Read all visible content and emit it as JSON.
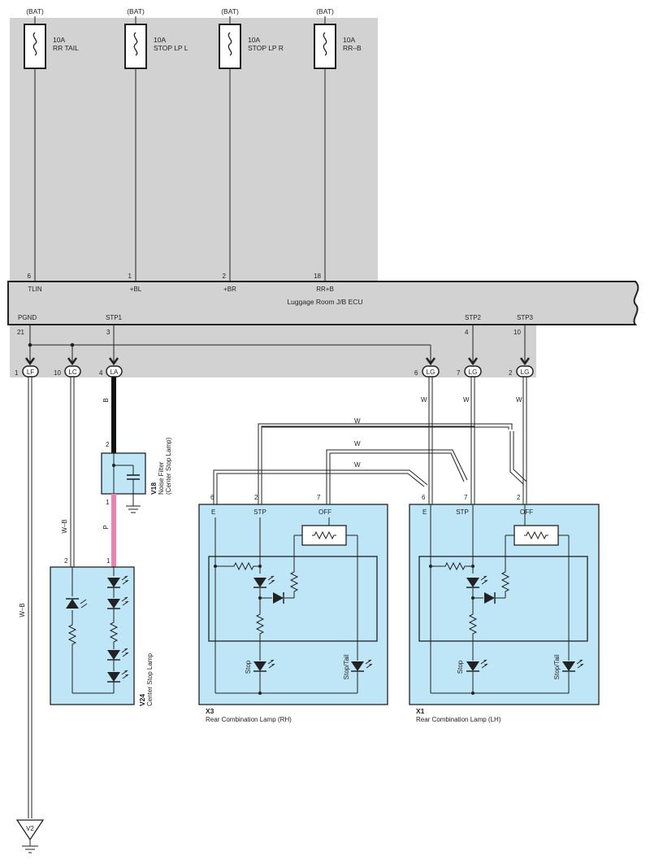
{
  "bat_label": "(BAT)",
  "fuses": [
    {
      "amp": "10A",
      "name": "RR TAIL"
    },
    {
      "amp": "10A",
      "name": "STOP LP L"
    },
    {
      "amp": "10A",
      "name": "STOP LP R"
    },
    {
      "amp": "10A",
      "name": "RR–B"
    }
  ],
  "ecu": {
    "name": "Luggage Room J/B ECU",
    "top_pins": [
      {
        "num": "6",
        "label": "TLIN"
      },
      {
        "num": "1",
        "label": "+BL"
      },
      {
        "num": "2",
        "label": "+BR"
      },
      {
        "num": "18",
        "label": "RR+B"
      }
    ],
    "bottom_pins": [
      {
        "num": "21",
        "label": "PGND"
      },
      {
        "num": "3",
        "label": "STP1"
      },
      {
        "num": "4",
        "label": "STP2"
      },
      {
        "num": "10",
        "label": "STP3"
      }
    ]
  },
  "connectors": [
    {
      "num": "1",
      "code": "LF"
    },
    {
      "num": "10",
      "code": "LC"
    },
    {
      "num": "4",
      "code": "LA"
    },
    {
      "num": "6",
      "code": "LG"
    },
    {
      "num": "7",
      "code": "LG"
    },
    {
      "num": "2",
      "code": "LG"
    }
  ],
  "wires": {
    "w": "W",
    "wb": "W–B",
    "b": "B",
    "p": "P"
  },
  "noise_filter": {
    "code": "V18",
    "name": "Noise Filter",
    "sub": "(Center Stop Lamp)",
    "pin_top": "2",
    "pin_bottom": "1"
  },
  "center_stop": {
    "code": "V24",
    "name": "Center Stop Lamp",
    "pin_left": "2",
    "pin_right": "1"
  },
  "rear_rh": {
    "code": "X3",
    "name": "Rear Combination Lamp (RH)",
    "pins": [
      "6",
      "2",
      "7"
    ],
    "terms": [
      "E",
      "STP",
      "OFF"
    ],
    "stop": "Stop",
    "stop_tail": "Stop/Tail"
  },
  "rear_lh": {
    "code": "X1",
    "name": "Rear Combination Lamp (LH)",
    "pins": [
      "6",
      "7",
      "2"
    ],
    "terms": [
      "E",
      "STP",
      "OFF"
    ],
    "stop": "Stop",
    "stop_tail": "Stop/Tail"
  },
  "ground": {
    "code": "V2"
  },
  "colors": {
    "shade": "#d2d2d3",
    "component": "#bfe6f7",
    "pink": "#f07fb4",
    "line": "#222222"
  }
}
